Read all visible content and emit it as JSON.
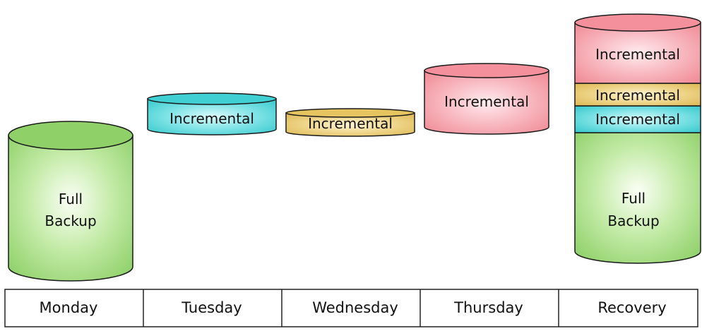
{
  "days": [
    {
      "label": "Monday"
    },
    {
      "label": "Tuesday"
    },
    {
      "label": "Wednesday"
    },
    {
      "label": "Thursday"
    },
    {
      "label": "Recovery"
    }
  ],
  "cylinders": {
    "monday": {
      "line1": "Full",
      "line2": "Backup"
    },
    "tuesday": {
      "label": "Incremental"
    },
    "wednesday": {
      "label": "Incremental"
    },
    "thursday": {
      "label": "Incremental"
    },
    "recovery_top": {
      "label": "Incremental"
    },
    "recovery_middle": {
      "label": "Incremental"
    },
    "recovery_lower": {
      "label": "Incremental"
    },
    "recovery_base": {
      "line1": "Full",
      "line2": "Backup"
    }
  },
  "colors": {
    "full_backup": "#8fd068",
    "tuesday": "#40d0d4",
    "wednesday": "#e6c460",
    "thursday": "#f4909c"
  }
}
